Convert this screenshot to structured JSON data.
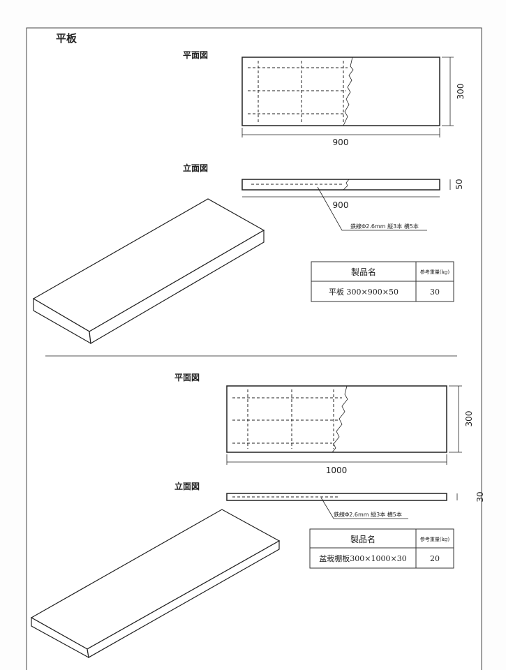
{
  "title": "平板",
  "top": {
    "plan_label": "平面図",
    "elevation_label": "立面図",
    "plan_width_dim": "900",
    "plan_depth_dim": "300",
    "elev_width_dim": "900",
    "elev_thickness_dim": "50",
    "rebar_note": "鉄線Φ2.6mm 縦3本 横5本",
    "table": {
      "col1_header": "製品名",
      "col2_header": "参考重量(kg)",
      "product": "平板 300×900×50",
      "weight": "30"
    }
  },
  "bottom": {
    "plan_label": "平面図",
    "elevation_label": "立面図",
    "plan_width_dim": "1000",
    "plan_depth_dim": "300",
    "elev_thickness_dim": "30",
    "rebar_note": "鉄線Φ2.6mm 縦3本 横5本",
    "table": {
      "col1_header": "製品名",
      "col2_header": "参考重量(kg)",
      "product": "盆栽棚板300×1000×30",
      "weight": "20"
    }
  }
}
